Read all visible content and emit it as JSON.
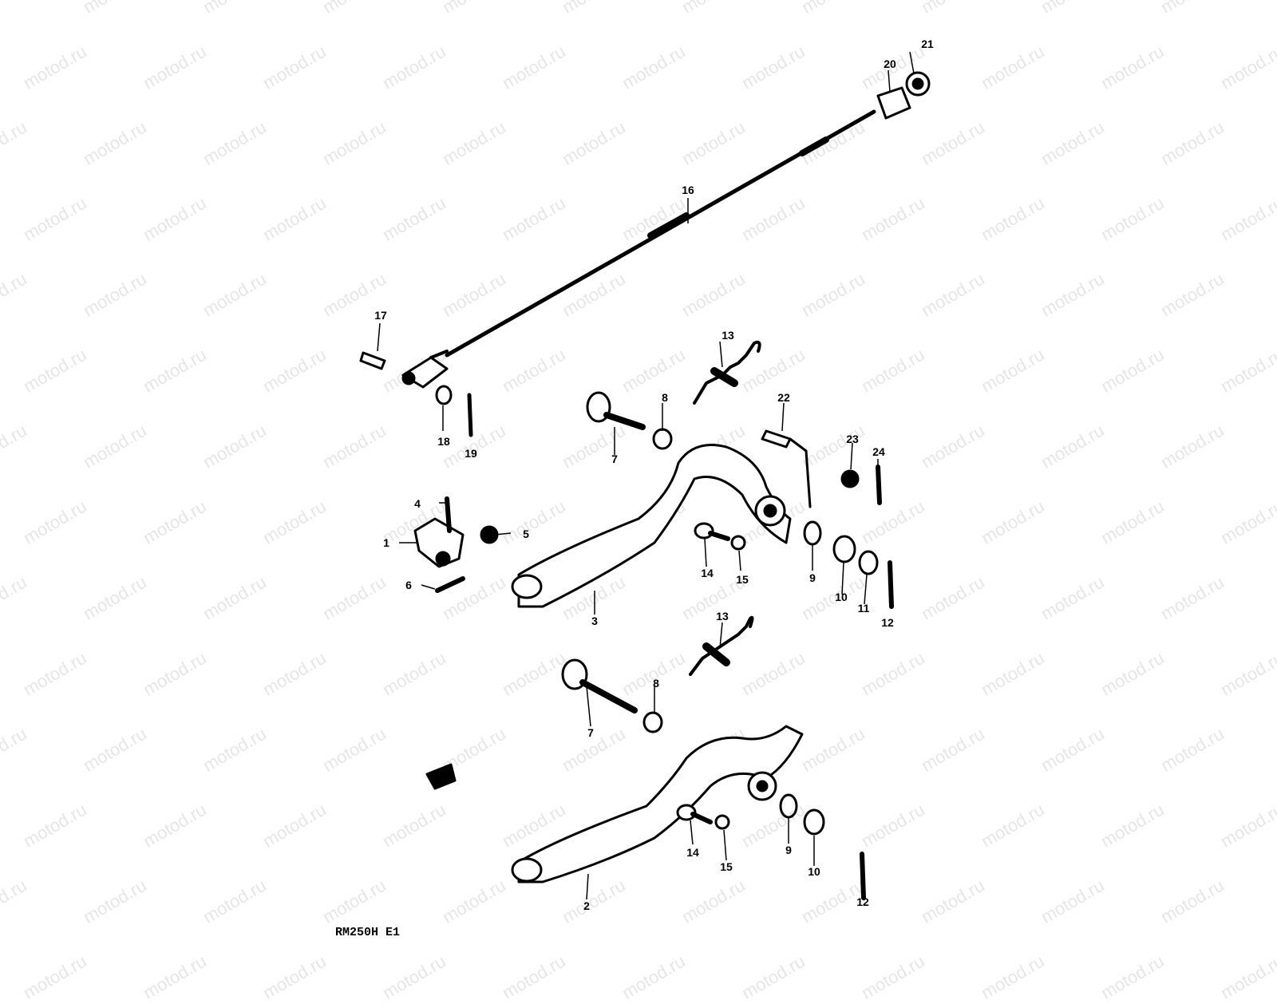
{
  "watermark": "motod.ru",
  "model_code": "RM250H E1",
  "parts": [
    "1",
    "2",
    "3",
    "4",
    "5",
    "6",
    "7",
    "8",
    "9",
    "10",
    "11",
    "12",
    "13",
    "14",
    "15",
    "16",
    "17",
    "18",
    "19",
    "20",
    "21",
    "22",
    "23",
    "24"
  ],
  "colors": {
    "ink": "#000000",
    "background": "#ffffff",
    "watermark": "#e6e6e6"
  }
}
